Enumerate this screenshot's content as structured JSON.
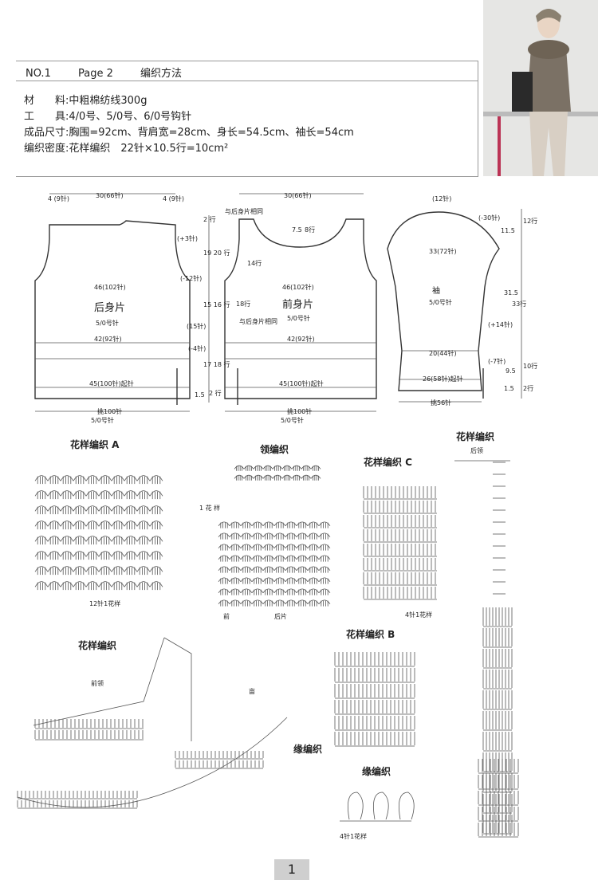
{
  "header": {
    "no": "NO.1",
    "page": "Page 2",
    "title": "编织方法"
  },
  "info": [
    {
      "label": "材　　料:",
      "value": "中粗棉纺线300g"
    },
    {
      "label": "工　　具:",
      "value": "4/0号、5/0号、6/0号钩针"
    },
    {
      "label": "成品尺寸:",
      "value": "胸围=92cm、背肩宽=28cm、身长=54.5cm、袖长=54cm"
    },
    {
      "label": "编织密度:",
      "value": "花样编织　22针×10.5行=10cm²"
    }
  ],
  "back": {
    "name": "后身片",
    "hook": "5/0号针",
    "top_left": "4\n(9针)",
    "top_center": "30(66针)",
    "top_right": "4\n(9针)",
    "w46": "46(102针)",
    "w42": "42(92针)",
    "w45": "45(100针)起针",
    "pick": "挑100针",
    "pick_hook": "5/0号针"
  },
  "front": {
    "name": "前身片",
    "hook": "5/0号针",
    "top_center": "30(66针)",
    "note_top": "与后身片相同",
    "w46": "46(102针)",
    "w42": "42(92针)",
    "w45": "45(100针)起针",
    "pick": "挑100针",
    "pick_hook": "5/0号针",
    "side_note": "与后身片相同"
  },
  "sleeve": {
    "name": "袖",
    "hook": "5/0号针",
    "top": "(12针)",
    "w33": "33(72针)",
    "w20": "20(44针)",
    "w26": "26(58针)起针",
    "pick": "挑56针",
    "r_dec30": "(-30针)",
    "r_115": "11.5",
    "r_12": "12行",
    "r_315": "31.5",
    "r_33": "33行",
    "r_inc14": "(+14针)",
    "r_dec7": "(-7针)",
    "r_95": "9.5",
    "r_10": "10行",
    "r_15": "1.5",
    "r_2": "2行"
  },
  "mid_dims": [
    "2\n行",
    "(+3针)",
    "19\n20\n行",
    "(-12针)",
    "15\n16\n行",
    "(15针)",
    "(-4针)",
    "17\n18\n行",
    "1.5",
    "2\n行"
  ],
  "front_neck": {
    "d75": "7.5",
    "r8": "8行",
    "r14": "14行",
    "r18": "18行"
  },
  "patterns": {
    "a": "花样编织 A",
    "a_repeat": "12针1花样",
    "a_rows": "1\n花\n样",
    "collar": "领编织",
    "collar_front": "前",
    "collar_back": "后片",
    "c": "花样编织 C",
    "c_repeat": "4针1花样",
    "right_title": "花样编织",
    "right_neck": "后领",
    "lower": "花样编织",
    "front_neck": "前领",
    "belly": "亩",
    "b": "花样编织 B",
    "edge": "缘编织",
    "edge_vert": "缘编织",
    "edge_repeat": "4针1花样"
  },
  "page_number": "1"
}
